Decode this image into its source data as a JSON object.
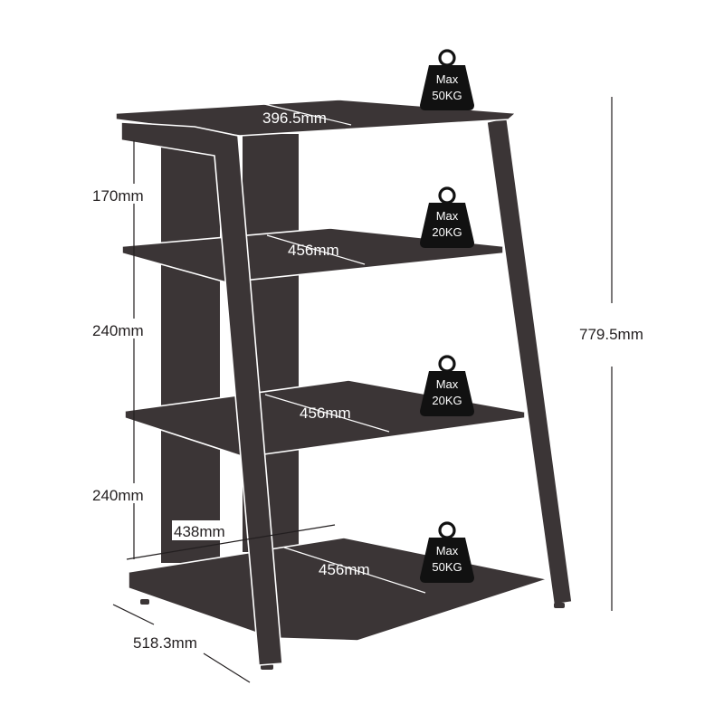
{
  "dimensions": {
    "top_width": "396.5mm",
    "shelf2_width": "456mm",
    "shelf3_width": "456mm",
    "bottom_width": "456mm",
    "base_depth": "438mm",
    "footprint_depth": "518.3mm",
    "height_gap_top": "170mm",
    "height_gap_mid": "240mm",
    "height_gap_bottom": "240mm",
    "total_height": "779.5mm"
  },
  "weights": [
    {
      "line1": "Max",
      "line2": "50KG"
    },
    {
      "line1": "Max",
      "line2": "20KG"
    },
    {
      "line1": "Max",
      "line2": "20KG"
    },
    {
      "line1": "Max",
      "line2": "50KG"
    }
  ],
  "colors": {
    "furniture": "#3b3536",
    "outline": "#ffffff",
    "text": "#231f20"
  }
}
